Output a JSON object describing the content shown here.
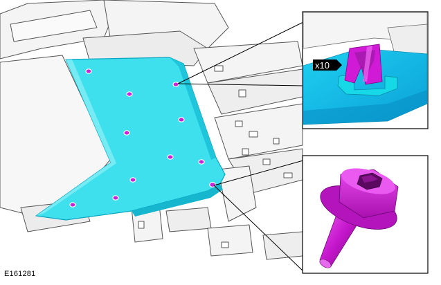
{
  "figure": {
    "reference_id": "E161281",
    "clip_quantity": "x10"
  },
  "colors": {
    "panel": "#3fe0ee",
    "panel_edge": "#0aa6bf",
    "fastener": "#d11ad6",
    "fastener_dark": "#8a0a8f",
    "line_art": "#555555",
    "background": "#ffffff"
  },
  "icons": {
    "main_view": "vehicle-underbody-panel",
    "inset_top": "panel-retaining-clip",
    "inset_bottom": "hex-socket-flange-bolt"
  }
}
